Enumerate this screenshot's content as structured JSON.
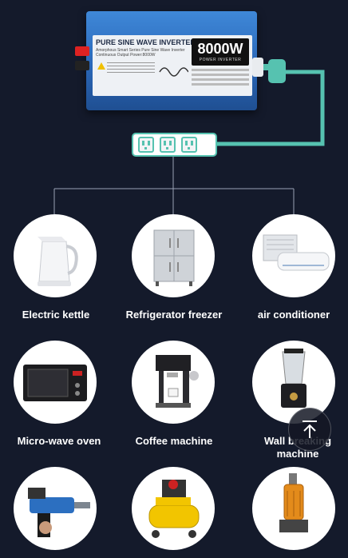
{
  "inverter": {
    "title": "PURE SINE WAVE INVERTER",
    "subtitle": "Amorphous Smart Series Pure Sine Wave Inverter",
    "continuous": "Continuous Output Power:8000W",
    "wattage": "8000W",
    "power_label": "POWER INVERTER"
  },
  "appliances": [
    {
      "label": "Electric kettle",
      "icon": "electric-kettle"
    },
    {
      "label": "Refrigerator freezer",
      "icon": "refrigerator"
    },
    {
      "label": "air conditioner",
      "icon": "air-conditioner"
    },
    {
      "label": "Micro-wave oven",
      "icon": "microwave"
    },
    {
      "label": "Coffee machine",
      "icon": "coffee-machine"
    },
    {
      "label": "Wall breaking machine",
      "icon": "blender"
    },
    {
      "label": "",
      "icon": "power-drill"
    },
    {
      "label": "",
      "icon": "air-compressor"
    },
    {
      "label": "",
      "icon": "water-pump"
    }
  ],
  "back_to_top": {
    "icon": "arrow-up-to-top"
  },
  "colors": {
    "background": "#141a2b",
    "cable": "#56c2b0",
    "inverter_blue": "#2a67b8"
  }
}
